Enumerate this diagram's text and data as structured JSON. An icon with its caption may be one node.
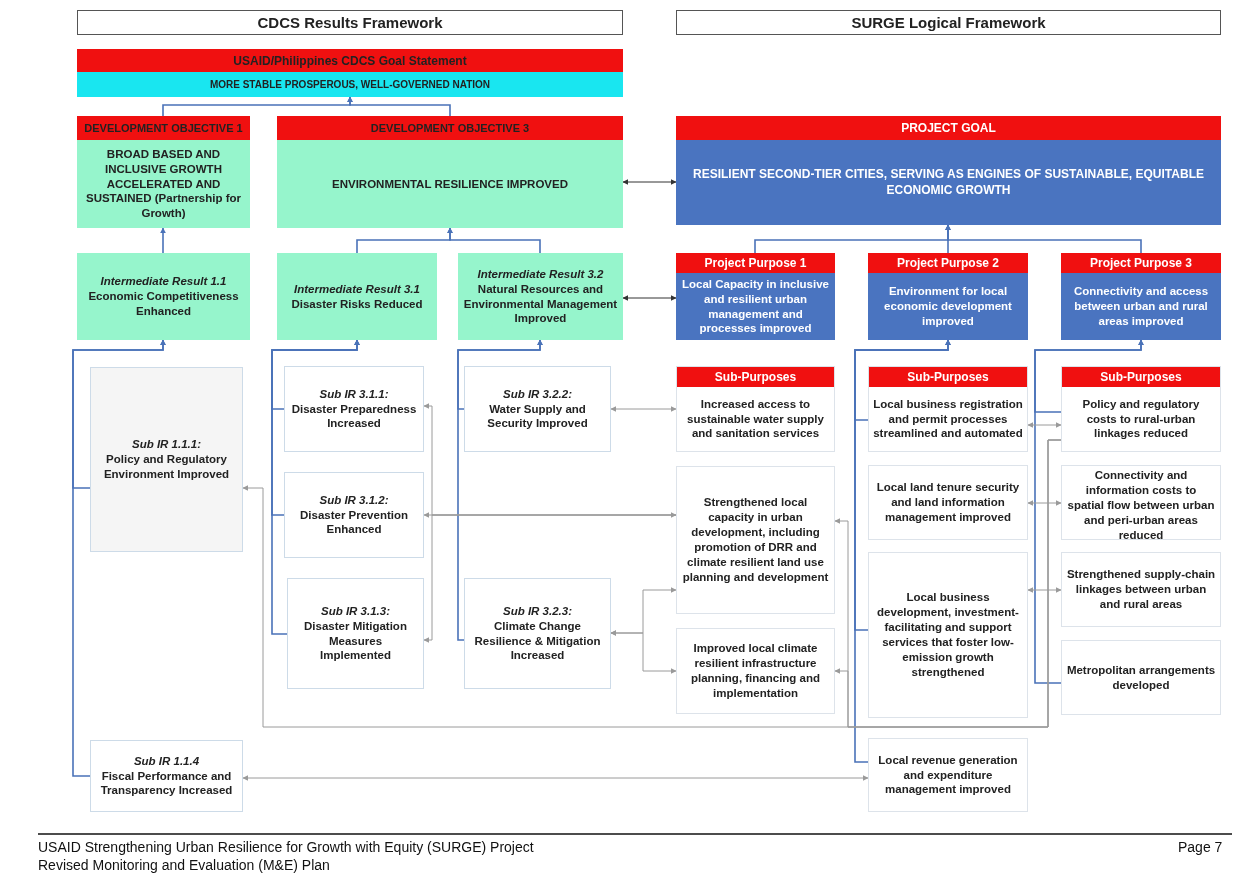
{
  "diagram": {
    "nodes": [
      {
        "text": [
          "CDCS Results Framework"
        ]
      },
      {
        "text": [
          "SURGE Logical Framework"
        ]
      },
      {
        "text": [
          "USAID/Philippines CDCS Goal Statement",
          "MORE STABLE PROSPEROUS, WELL-GOVERNED NATION"
        ]
      },
      {
        "text": [
          "DEVELOPMENT OBJECTIVE 1",
          "BROAD BASED AND INCLUSIVE GROWTH ACCELERATED AND SUSTAINED (Partnership for Growth)"
        ]
      },
      {
        "text": [
          "DEVELOPMENT OBJECTIVE 3",
          "ENVIRONMENTAL RESILIENCE IMPROVED"
        ]
      },
      {
        "text": [
          "PROJECT GOAL",
          "RESILIENT SECOND-TIER CITIES, SERVING AS ENGINES OF SUSTAINABLE, EQUITABLE ECONOMIC GROWTH"
        ]
      },
      {
        "text": [
          "Intermediate Result 1.1",
          "Economic Competitiveness Enhanced"
        ]
      },
      {
        "text": [
          "Intermediate Result 3.1",
          "Disaster Risks Reduced"
        ]
      },
      {
        "text": [
          "Intermediate Result 3.2",
          "Natural Resources and Environmental Management Improved"
        ]
      },
      {
        "text": [
          "Project Purpose 1",
          "Local Capacity in inclusive and resilient urban management and processes improved"
        ]
      },
      {
        "text": [
          "Project Purpose 2",
          "Environment for local economic development improved"
        ]
      },
      {
        "text": [
          "Project Purpose 3",
          "Connectivity and access between urban and rural areas improved"
        ]
      },
      {
        "text": [
          "Sub IR 1.1.1:",
          "Policy and Regulatory Environment Improved"
        ]
      },
      {
        "text": [
          "Sub IR 3.1.1:",
          "Disaster Preparedness Increased"
        ]
      },
      {
        "text": [
          "Sub IR 3.1.2:",
          "Disaster Prevention Enhanced"
        ]
      },
      {
        "text": [
          "Sub IR 3.1.3:",
          "Disaster Mitigation Measures Implemented"
        ]
      },
      {
        "text": [
          "Sub IR 3.2.2:",
          "Water Supply and Security Improved"
        ]
      },
      {
        "text": [
          "Sub IR 3.2.3:",
          "Climate Change Resilience & Mitigation Increased"
        ]
      },
      {
        "text": [
          "Sub-Purposes",
          "Increased access to sustainable water supply and sanitation services"
        ]
      },
      {
        "text": [
          "Strengthened local capacity in urban development, including promotion of DRR and climate resilient land use planning and development"
        ]
      },
      {
        "text": [
          "Improved local climate resilient infrastructure planning, financing and implementation"
        ]
      },
      {
        "text": [
          "Sub-Purposes",
          "Local business registration and permit processes streamlined and automated"
        ]
      },
      {
        "text": [
          "Local land tenure security and land information management improved"
        ]
      },
      {
        "text": [
          "Local business development, investment-facilitating and support services that foster low-emission growth strengthened"
        ]
      },
      {
        "text": [
          "Sub-Purposes",
          "Policy and regulatory costs to rural-urban linkages reduced"
        ]
      },
      {
        "text": [
          "Connectivity and information costs to spatial flow between urban and peri-urban areas reduced"
        ]
      },
      {
        "text": [
          "Strengthened supply-chain linkages between urban and rural areas"
        ]
      },
      {
        "text": [
          "Metropolitan arrangements developed"
        ]
      },
      {
        "text": [
          "Sub IR 1.1.4",
          "Fiscal Performance and Transparency Increased"
        ]
      },
      {
        "text": [
          "Local revenue generation and expenditure management improved"
        ]
      }
    ],
    "edges": [
      {
        "from": 3,
        "to": 2,
        "arrow": "to"
      },
      {
        "from": 4,
        "to": 2,
        "arrow": "to"
      },
      {
        "from": 6,
        "to": 3,
        "arrow": "to"
      },
      {
        "from": 7,
        "to": 4,
        "arrow": "to"
      },
      {
        "from": 8,
        "to": 4,
        "arrow": "to"
      },
      {
        "from": 9,
        "to": 5,
        "arrow": "to"
      },
      {
        "from": 10,
        "to": 5,
        "arrow": "to"
      },
      {
        "from": 11,
        "to": 5,
        "arrow": "to"
      },
      {
        "from": 4,
        "to": 5,
        "arrow": "both",
        "color": "#333333"
      },
      {
        "from": 8,
        "to": 9,
        "arrow": "both",
        "color": "#333333"
      },
      {
        "from": 12,
        "to": 6,
        "arrow": "to"
      },
      {
        "from": 28,
        "to": 6,
        "arrow": "to"
      },
      {
        "from": 13,
        "to": 7,
        "arrow": "to"
      },
      {
        "from": 14,
        "to": 7,
        "arrow": "to"
      },
      {
        "from": 15,
        "to": 7,
        "arrow": "to"
      },
      {
        "from": 16,
        "to": 8,
        "arrow": "to"
      },
      {
        "from": 17,
        "to": 8,
        "arrow": "to"
      },
      {
        "from": 21,
        "to": 10,
        "arrow": "to"
      },
      {
        "from": 23,
        "to": 10,
        "arrow": "to"
      },
      {
        "from": 29,
        "to": 10,
        "arrow": "to"
      },
      {
        "from": 24,
        "to": 11,
        "arrow": "to"
      },
      {
        "from": 27,
        "to": 11,
        "arrow": "to"
      },
      {
        "from": 16,
        "to": 18,
        "arrow": "both",
        "color": "#9a9a9a"
      },
      {
        "from": 19,
        "to": 14,
        "arrow": "both",
        "color": "#9a9a9a"
      },
      {
        "from": 19,
        "to": 13,
        "arrow": "to",
        "color": "#9a9a9a"
      },
      {
        "from": 19,
        "to": 15,
        "arrow": "to",
        "color": "#9a9a9a"
      },
      {
        "from": 17,
        "to": 19,
        "arrow": "both",
        "color": "#9a9a9a"
      },
      {
        "from": 17,
        "to": 20,
        "arrow": "both",
        "color": "#9a9a9a"
      },
      {
        "from": 21,
        "to": 24,
        "arrow": "both",
        "color": "#9a9a9a"
      },
      {
        "from": 22,
        "to": 25,
        "arrow": "both",
        "color": "#9a9a9a"
      },
      {
        "from": 23,
        "to": 26,
        "arrow": "both",
        "color": "#9a9a9a"
      },
      {
        "from": 24,
        "to": 12,
        "arrow": "to",
        "color": "#9a9a9a"
      },
      {
        "from": 24,
        "to": 19,
        "arrow": "to",
        "color": "#9a9a9a"
      },
      {
        "from": 24,
        "to": 20,
        "arrow": "to",
        "color": "#9a9a9a"
      },
      {
        "from": 29,
        "to": 28,
        "arrow": "both",
        "color": "#9a9a9a"
      }
    ],
    "labels": [
      "USAID Strengthening Urban Resilience for Growth with Equity (SURGE) Project",
      "Revised Monitoring and Evaluation (M&E) Plan",
      "Page 7"
    ]
  }
}
